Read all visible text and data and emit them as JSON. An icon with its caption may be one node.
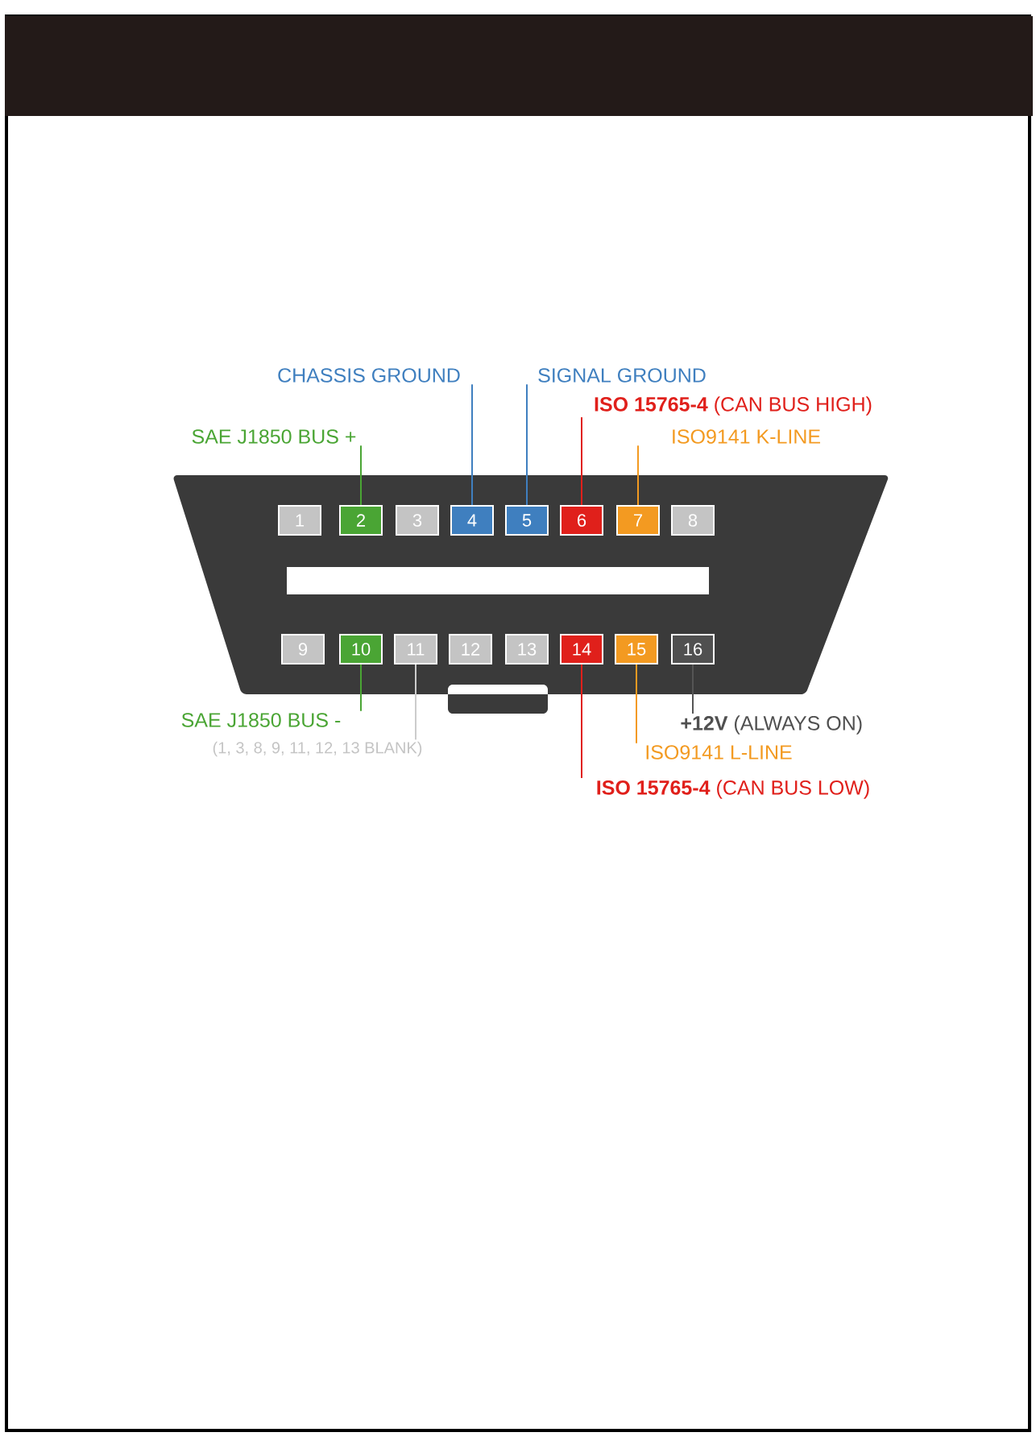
{
  "diagram": {
    "nodes": [
      {
        "text": [
          "CHASSIS GROUND"
        ]
      },
      {
        "text": [
          "SIGNAL GROUND"
        ]
      },
      {
        "text": [
          "**ISO 15765-4** (CAN BUS HIGH)"
        ]
      },
      {
        "text": [
          "SAE J1850 BUS +"
        ]
      },
      {
        "text": [
          "ISO9141 K-LINE"
        ]
      },
      {
        "text": [
          "1"
        ]
      },
      {
        "text": [
          "2"
        ]
      },
      {
        "text": [
          "3"
        ]
      },
      {
        "text": [
          "4"
        ]
      },
      {
        "text": [
          "5"
        ]
      },
      {
        "text": [
          "6"
        ]
      },
      {
        "text": [
          "7"
        ]
      },
      {
        "text": [
          "8"
        ]
      },
      {
        "text": [
          "9"
        ]
      },
      {
        "text": [
          "10"
        ]
      },
      {
        "text": [
          "11"
        ]
      },
      {
        "text": [
          "12"
        ]
      },
      {
        "text": [
          "13"
        ]
      },
      {
        "text": [
          "14"
        ]
      },
      {
        "text": [
          "15"
        ]
      },
      {
        "text": [
          "16"
        ]
      },
      {
        "text": [
          "SAE J1850 BUS -"
        ]
      },
      {
        "text": [
          "(1, 3, 8, 9, 11, 12, 13 BLANK)"
        ]
      },
      {
        "text": [
          "**+12V** (ALWAYS ON)"
        ]
      },
      {
        "text": [
          "ISO9141 L-LINE"
        ]
      },
      {
        "text": [
          "**ISO 15765-4** (CAN BUS LOW)"
        ]
      }
    ],
    "edges": [
      {
        "from": 0,
        "to": 8,
        "arrow": "none",
        "color": "#3f7fbf"
      },
      {
        "from": 1,
        "to": 9,
        "arrow": "none",
        "color": "#3f7fbf"
      },
      {
        "from": 2,
        "to": 10,
        "arrow": "none",
        "color": "#e0201b"
      },
      {
        "from": 3,
        "to": 6,
        "arrow": "none",
        "color": "#4aa534"
      },
      {
        "from": 4,
        "to": 11,
        "arrow": "none",
        "color": "#f39a21"
      },
      {
        "from": 21,
        "to": 14,
        "arrow": "none",
        "color": "#4aa534"
      },
      {
        "from": 22,
        "to": 15,
        "arrow": "none",
        "color": "#cccccc"
      },
      {
        "from": 23,
        "to": 20,
        "arrow": "none",
        "color": "#555555"
      },
      {
        "from": 24,
        "to": 19,
        "arrow": "none",
        "color": "#f39a21"
      },
      {
        "from": 25,
        "to": 18,
        "arrow": "none",
        "color": "#e0201b"
      }
    ]
  }
}
